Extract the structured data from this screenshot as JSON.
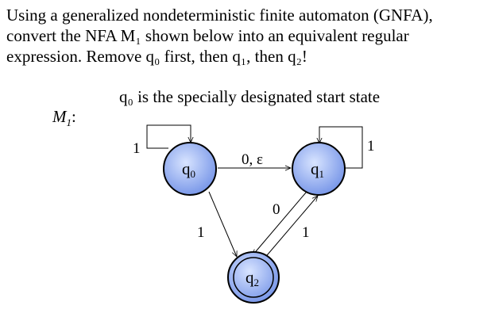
{
  "problem": {
    "lines": [
      "Using a generalized nondeterministic finite automaton (GNFA),",
      "convert the NFA M₁ shown below into an equivalent regular",
      "expression. Remove q₀ first, then q₁, then q₂!"
    ]
  },
  "note": "q₀ is the specially designated start state",
  "machine": {
    "name": "M",
    "subscript": "1",
    "colon": ":"
  },
  "states": [
    {
      "id": "q0",
      "label": "q",
      "sub": "0",
      "accepting": false
    },
    {
      "id": "q1",
      "label": "q",
      "sub": "1",
      "accepting": false
    },
    {
      "id": "q2",
      "label": "q",
      "sub": "2",
      "accepting": true
    }
  ],
  "transitions": [
    {
      "from": "q0",
      "to": "q0",
      "label": "1"
    },
    {
      "from": "q0",
      "to": "q1",
      "label": "0, ε"
    },
    {
      "from": "q0",
      "to": "q2",
      "label": "1"
    },
    {
      "from": "q1",
      "to": "q1",
      "label": "1"
    },
    {
      "from": "q1",
      "to": "q2",
      "label": "0"
    },
    {
      "from": "q2",
      "to": "q1",
      "label": "1"
    }
  ],
  "colors": {
    "state_fill_light": "#d8e4ff",
    "state_fill_dark": "#6f8fe6",
    "state_stroke": "#000000",
    "edge": "#000000"
  }
}
